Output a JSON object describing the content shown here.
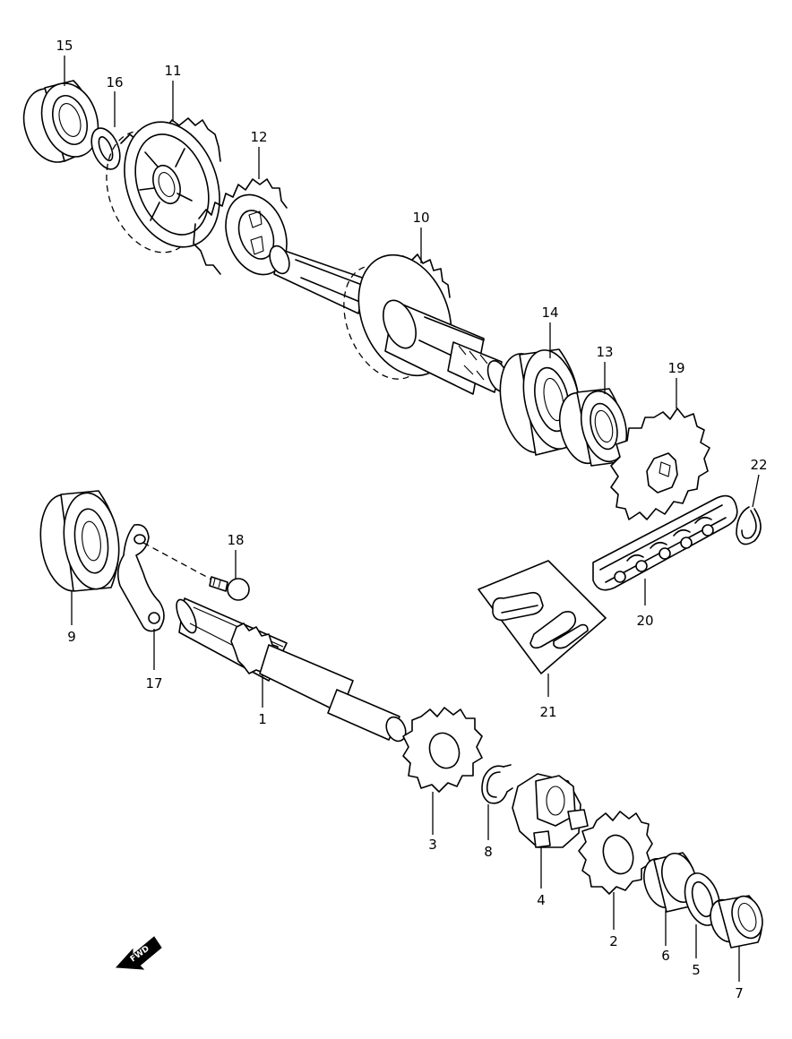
{
  "parts": [
    {
      "id": "p1",
      "label": "1"
    },
    {
      "id": "p2",
      "label": "2"
    },
    {
      "id": "p3",
      "label": "3"
    },
    {
      "id": "p4",
      "label": "4"
    },
    {
      "id": "p5",
      "label": "5"
    },
    {
      "id": "p6",
      "label": "6"
    },
    {
      "id": "p7",
      "label": "7"
    },
    {
      "id": "p8",
      "label": "8"
    },
    {
      "id": "p9",
      "label": "9"
    },
    {
      "id": "p10",
      "label": "10"
    },
    {
      "id": "p11",
      "label": "11"
    },
    {
      "id": "p12",
      "label": "12"
    },
    {
      "id": "p13",
      "label": "13"
    },
    {
      "id": "p14",
      "label": "14"
    },
    {
      "id": "p15",
      "label": "15"
    },
    {
      "id": "p16",
      "label": "16"
    },
    {
      "id": "p17",
      "label": "17"
    },
    {
      "id": "p18",
      "label": "18"
    },
    {
      "id": "p19",
      "label": "19"
    },
    {
      "id": "p20",
      "label": "20"
    },
    {
      "id": "p21",
      "label": "21"
    },
    {
      "id": "p22",
      "label": "22"
    }
  ],
  "direction_marker": {
    "text": "FWD",
    "icon": "fwd-arrow-icon"
  }
}
